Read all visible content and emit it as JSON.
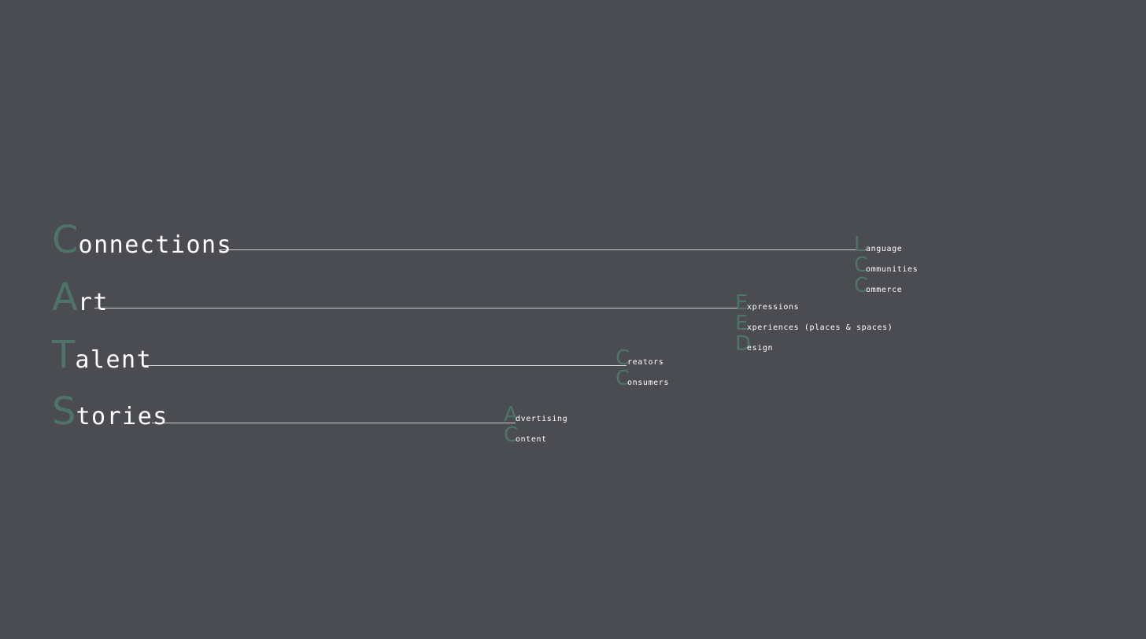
{
  "colors": {
    "background": "#4b4c51",
    "accent": "#4e7468",
    "text": "#ffffff",
    "line": "#cfd0d3"
  },
  "rows": [
    {
      "initial": "C",
      "rest": "onnections",
      "subs": [
        {
          "initial": "L",
          "rest": "anguage"
        },
        {
          "initial": "C",
          "rest": "ommunities"
        },
        {
          "initial": "C",
          "rest": "ommerce"
        }
      ]
    },
    {
      "initial": "A",
      "rest": "rt",
      "subs": [
        {
          "initial": "E",
          "rest": "xpressions"
        },
        {
          "initial": "E",
          "rest": "xperiences (places & spaces)"
        },
        {
          "initial": "D",
          "rest": "esign"
        }
      ]
    },
    {
      "initial": "T",
      "rest": "alent",
      "subs": [
        {
          "initial": "C",
          "rest": "reators"
        },
        {
          "initial": "C",
          "rest": "onsumers"
        }
      ]
    },
    {
      "initial": "S",
      "rest": "tories",
      "subs": [
        {
          "initial": "A",
          "rest": "dvertising"
        },
        {
          "initial": "C",
          "rest": "ontent"
        }
      ]
    }
  ]
}
